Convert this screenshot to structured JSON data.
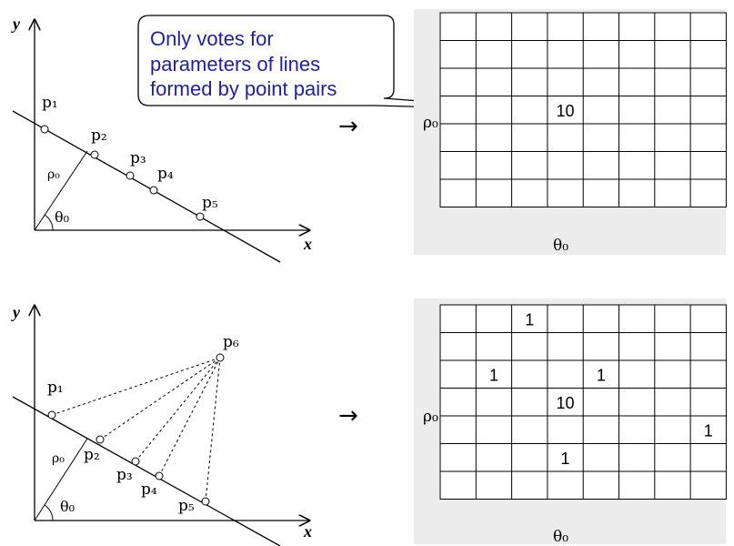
{
  "callout": {
    "lines": [
      "Only votes for",
      "parameters of lines",
      "formed by point pairs"
    ]
  },
  "arrow_glyph": "→",
  "top": {
    "axis_y": "y",
    "axis_x": "x",
    "points": [
      "p₁",
      "p₂",
      "p₃",
      "p₄",
      "p₅"
    ],
    "rho": "ρ₀",
    "theta": "θ₀"
  },
  "bottom": {
    "axis_y": "y",
    "axis_x": "x",
    "points": [
      "p₁",
      "p₂",
      "p₃",
      "p₄",
      "p₅",
      "p₆"
    ],
    "rho": "ρ₀",
    "theta": "θ₀"
  },
  "grid_top": {
    "row_label": "ρ₀",
    "col_label": "θ₀",
    "cells": [
      {
        "row": 3,
        "col": 3,
        "value": "10"
      }
    ]
  },
  "grid_bottom": {
    "row_label": "ρ₀",
    "col_label": "θ₀",
    "cells": [
      {
        "row": 0,
        "col": 2,
        "value": "1"
      },
      {
        "row": 2,
        "col": 1,
        "value": "1"
      },
      {
        "row": 2,
        "col": 4,
        "value": "1"
      },
      {
        "row": 3,
        "col": 3,
        "value": "10"
      },
      {
        "row": 4,
        "col": 7,
        "value": "1"
      },
      {
        "row": 5,
        "col": 3,
        "value": "1"
      }
    ]
  }
}
